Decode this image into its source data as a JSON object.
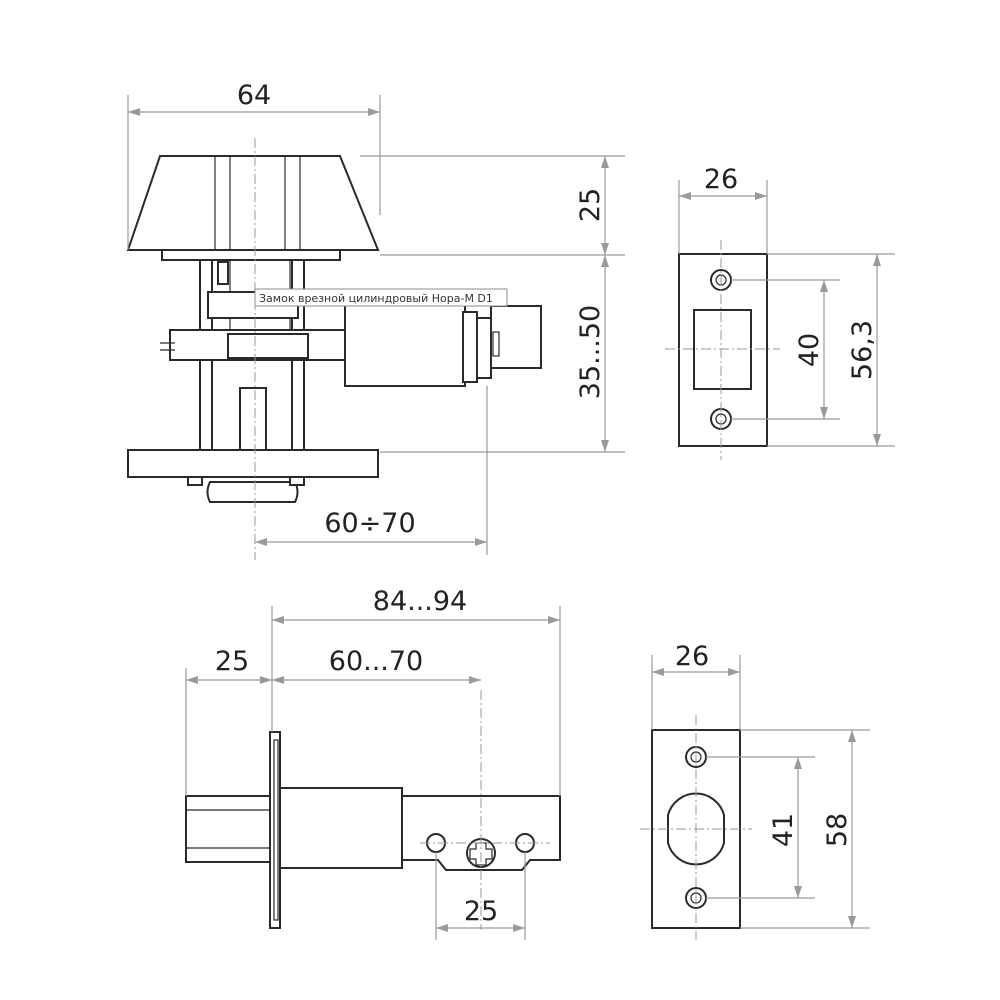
{
  "tooltip": "Замок врезной цилиндровый Нора-М D1",
  "dimensions": {
    "top_width": "64",
    "knob_height": "25",
    "door_thickness": "35...50",
    "backset_top": "60÷70",
    "faceplate_top_width": "26",
    "faceplate_top_holes": "40",
    "faceplate_top_height": "56,3",
    "latch_length": "84...94",
    "latch_head": "25",
    "latch_backset": "60...70",
    "latch_tail_holes": "25",
    "strike_width": "26",
    "strike_holes": "41",
    "strike_height": "58"
  }
}
